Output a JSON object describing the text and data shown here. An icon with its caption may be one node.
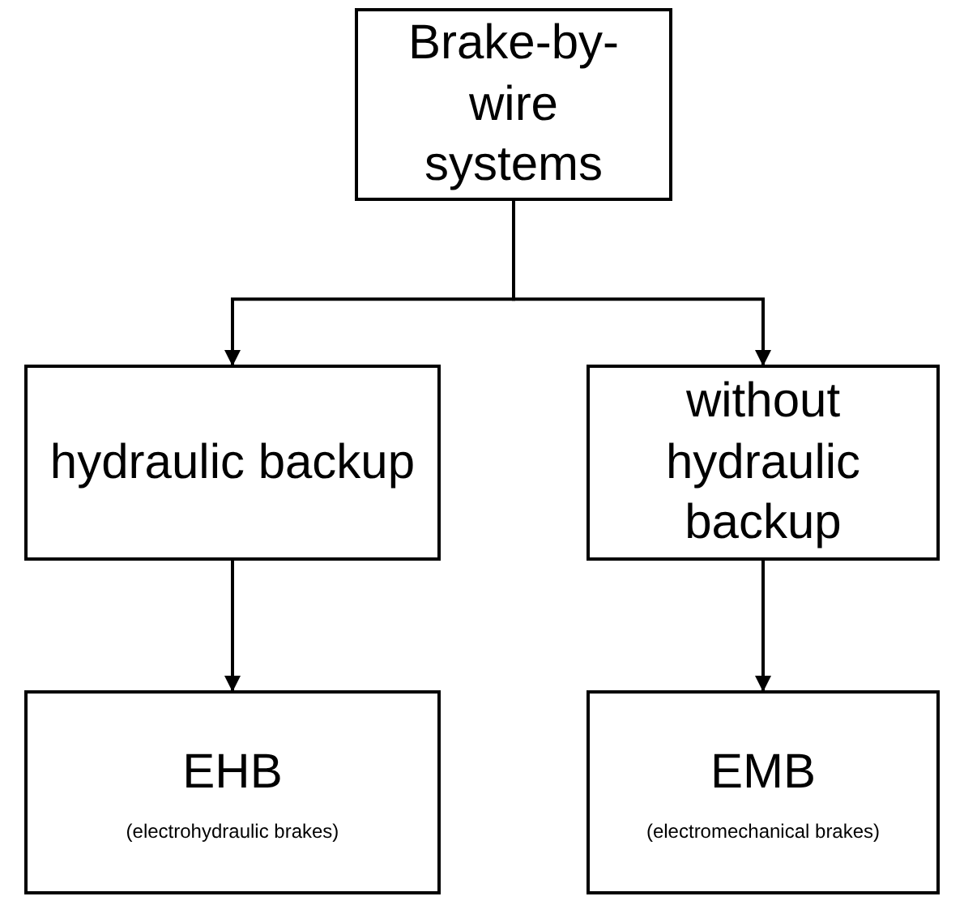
{
  "diagram": {
    "nodes": [
      {
        "text": [
          "Brake-by-wire systems"
        ]
      },
      {
        "text": [
          "hydraulic backup"
        ]
      },
      {
        "text": [
          "without hydraulic backup"
        ]
      },
      {
        "text": [
          "EHB",
          "(electrohydraulic brakes)"
        ]
      },
      {
        "text": [
          "EMB",
          "(electromechanical brakes)"
        ]
      }
    ],
    "edges": [
      {
        "from": 0,
        "to": 1,
        "arrow": "to"
      },
      {
        "from": 0,
        "to": 2,
        "arrow": "to"
      },
      {
        "from": 1,
        "to": 3,
        "arrow": "to"
      },
      {
        "from": 2,
        "to": 4,
        "arrow": "to"
      }
    ]
  }
}
